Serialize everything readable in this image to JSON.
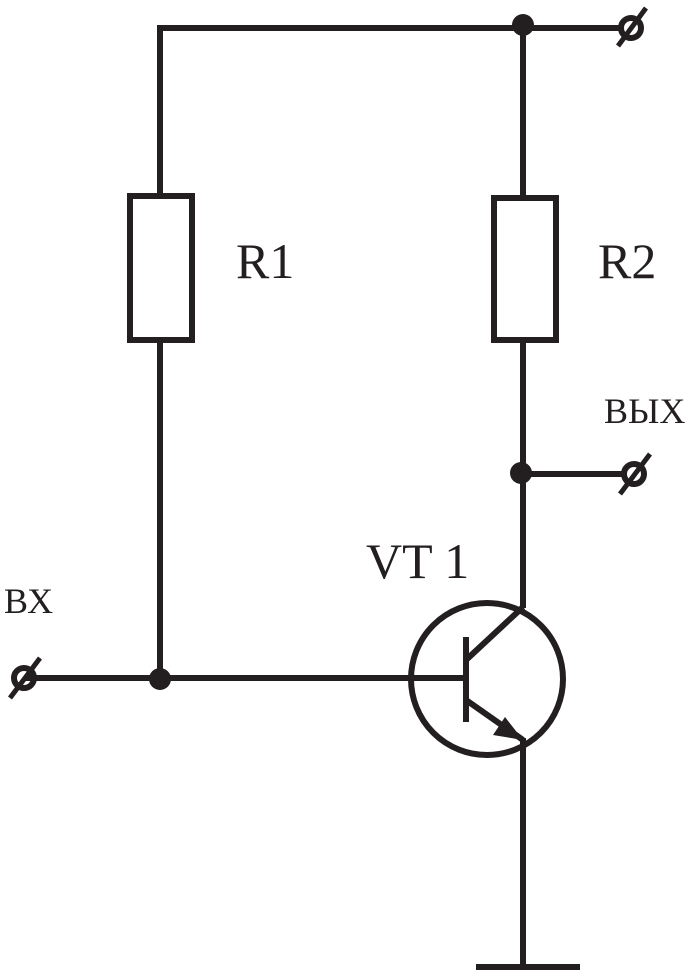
{
  "labels": {
    "r1": "R1",
    "r2": "R2",
    "transistor": "VT 1",
    "input": "ВХ",
    "output": "ВЫХ"
  },
  "colors": {
    "ink": "#231f20",
    "background": "#ffffff"
  }
}
